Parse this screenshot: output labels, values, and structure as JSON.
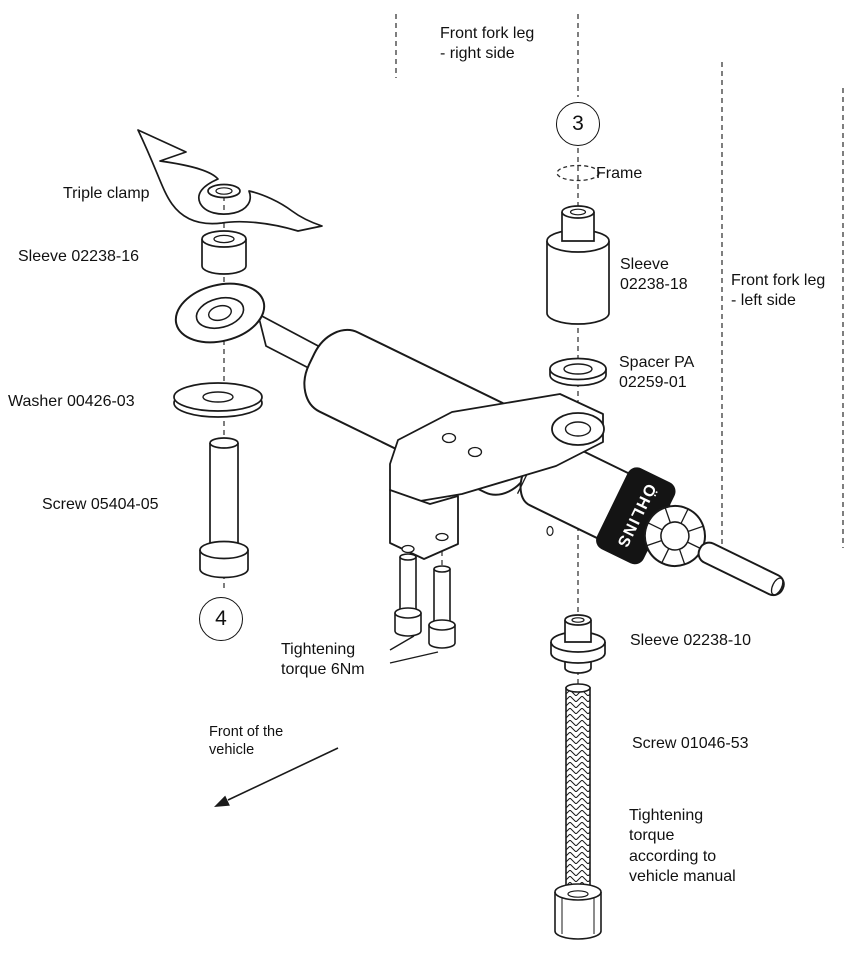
{
  "diagram": {
    "labels": {
      "front_fork_right": "Front fork leg\n- right side",
      "frame": "Frame",
      "triple_clamp": "Triple clamp",
      "sleeve_16": "Sleeve 02238-16",
      "sleeve_18": "Sleeve\n02238-18",
      "front_fork_left": "Front fork leg\n- left side",
      "spacer_pa": "Spacer PA\n02259-01",
      "washer": "Washer 00426-03",
      "screw_05404": "Screw 05404-05",
      "tightening_6nm": "Tightening\ntorque 6Nm",
      "sleeve_10": "Sleeve 02238-10",
      "screw_01046": "Screw 01046-53",
      "front_of_vehicle": "Front of the\nvehicle",
      "tightening_manual": "Tightening\ntorque\naccording to\nvehicle manual"
    },
    "callouts": {
      "step3": "3",
      "step4": "4"
    },
    "brand": "ÖHLINS",
    "colors": {
      "line": "#1a1a1a",
      "background": "#ffffff"
    }
  }
}
